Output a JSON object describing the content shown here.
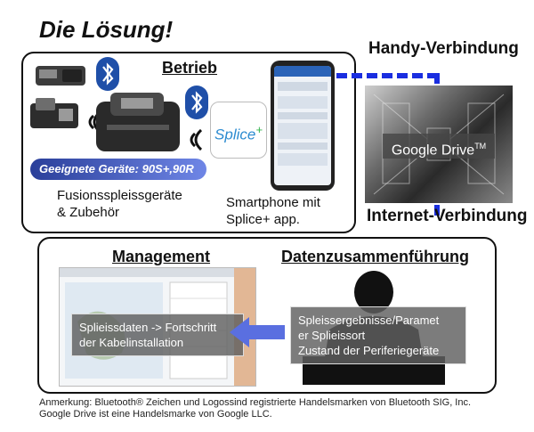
{
  "title": "Die Lösung!",
  "top_panel": {
    "heading": "Betrieb",
    "devices_banner": "Geeignete Geräte: 90S+,90R",
    "devices_caption_line1": "Fusionsspleissgeräte",
    "devices_caption_line2": "& Zubehör",
    "app_logo_text": "Splice",
    "app_logo_sup": "+",
    "phone_caption_line1": "Smartphone mit",
    "phone_caption_line2": "Splice+ app."
  },
  "right_column": {
    "handy_label": "Handy-Verbindung",
    "drive_label": "Google Drive",
    "drive_tm": "TM",
    "internet_label": "Internet-Verbindung"
  },
  "bottom_panel": {
    "management_heading": "Management",
    "management_box_line1": "Splieissdaten -> Fortschritt",
    "management_box_line2": "der Kabelinstallation",
    "data_heading": "Datenzusammenführung",
    "data_box_line1": "Spleissergebnisse/Paramet",
    "data_box_line2": "er Splieissort",
    "data_box_line3": "Zustand der Periferiegeräte"
  },
  "footnote": {
    "line1": "Anmerkung: Bluetooth® Zeichen und Logossind registrierte Handelsmarken von Bluetooth SIG, Inc.",
    "line2": "Google Drive ist eine Handelsmarke von Google LLC."
  },
  "colors": {
    "bluetooth": "#1f4fa8",
    "dashed_link": "#1a2ee0",
    "banner": "#4a64c8",
    "arrow": "#5a6fe0"
  },
  "icons": [
    "bluetooth-icon",
    "wireless-waves-icon",
    "arrow-left-icon"
  ]
}
